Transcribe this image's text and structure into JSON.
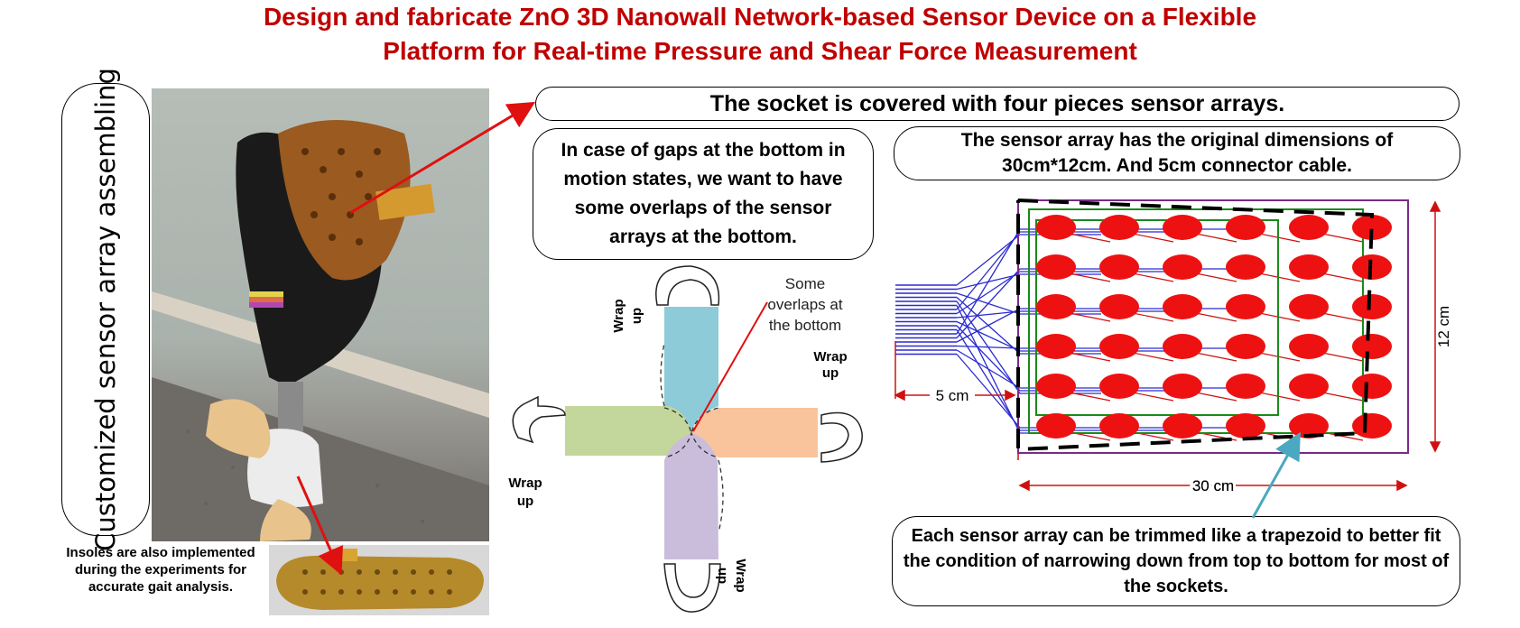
{
  "title": {
    "line1": "Design and fabricate ZnO 3D Nanowall Network-based Sensor Device on a Flexible",
    "line2": "Platform for Real-time Pressure and Shear Force Measurement"
  },
  "side_label": "Customized sensor array assembling",
  "insole_caption": "Insoles are also implemented during the experiments for accurate gait analysis.",
  "socket_note": "The socket is covered with four pieces sensor arrays.",
  "gaps_note": "In case of gaps at the bottom in motion states, we want to have some overlaps of the sensor arrays at the bottom.",
  "dimensions_note": {
    "line1": "The sensor array has the original dimensions of",
    "line2": "30cm*12cm. And 5cm connector cable."
  },
  "trim_note": "Each sensor array can be trimmed like a trapezoid to better fit the condition of narrowing down from top to bottom for most of the sockets.",
  "wrap_diagram": {
    "wrap_label_line1": "Wrap",
    "wrap_label_line2": "up",
    "overlap_note": [
      "Some",
      "overlaps at",
      "the bottom"
    ],
    "colors": {
      "top": "#8ecbd8",
      "left": "#c3d69b",
      "right": "#f9c49b",
      "bottom": "#c9bddb"
    }
  },
  "array_diagram": {
    "dim_width": "30 cm",
    "dim_height": "12 cm",
    "dim_cable": "5 cm",
    "rows": 6,
    "cols": 6,
    "sensor_color": "#ee1111",
    "trace_color": "#2a2ad0",
    "green_line_color": "#1a8a1a",
    "frame_color": "#7a2a8a",
    "dimension_color": "#d01010"
  },
  "colors": {
    "title": "#c00000",
    "arrow_red": "#e01010",
    "arrow_teal": "#4aa8c0"
  }
}
